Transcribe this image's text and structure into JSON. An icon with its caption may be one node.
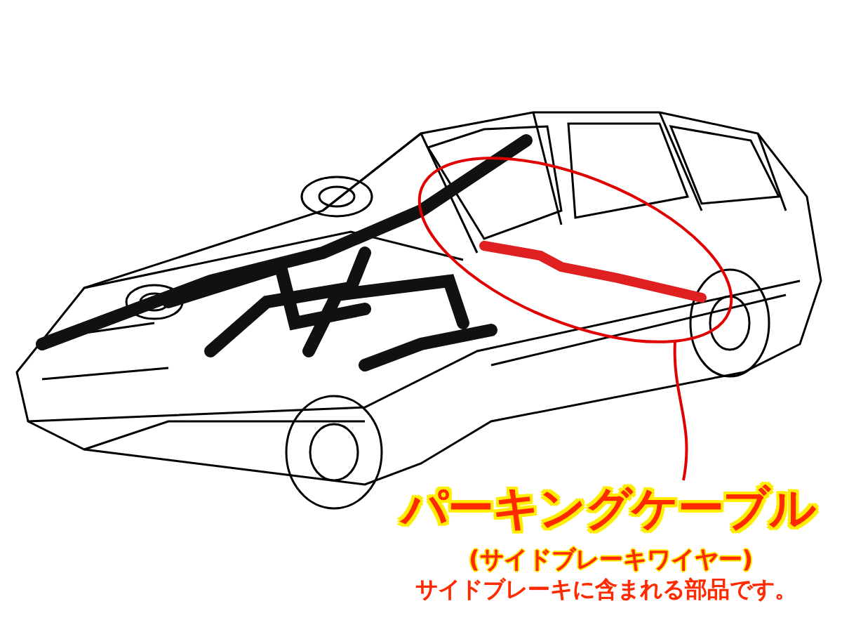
{
  "diagram": {
    "nodes": [
      {
        "text": [],
        "shape": "circle"
      },
      {
        "text": [
          "パーキングケーブル",
          "(サイドブレーキワイヤー)"
        ]
      }
    ],
    "edges": [
      {
        "from": 1,
        "to": 0,
        "arrow": "none",
        "color": "#e00000"
      }
    ],
    "labels": [
      "サイドブレーキに含まれる部品です。"
    ]
  }
}
